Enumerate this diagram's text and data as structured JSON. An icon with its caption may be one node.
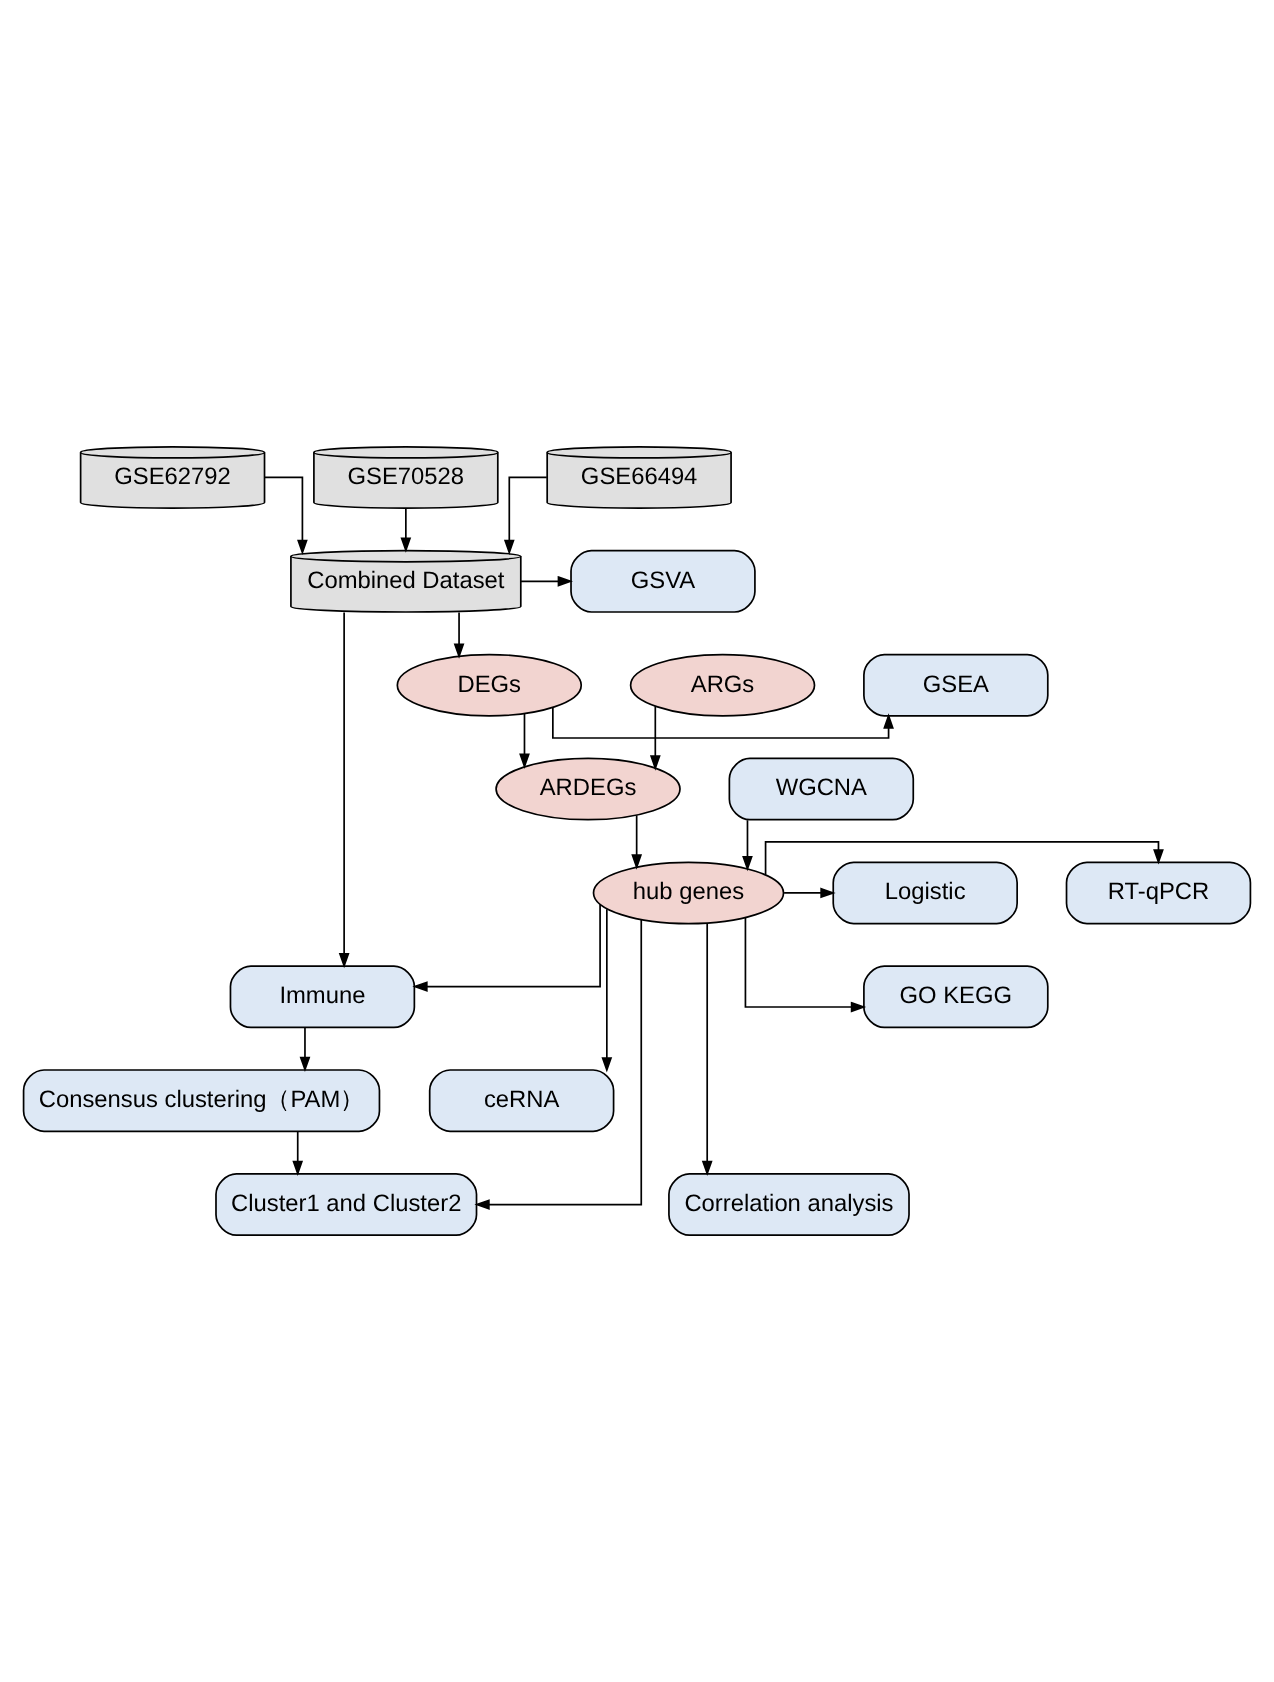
{
  "diagram": {
    "nodes": [
      {
        "text": [
          "GSE62792"
        ]
      },
      {
        "text": [
          "GSE70528"
        ]
      },
      {
        "text": [
          "GSE66494"
        ]
      },
      {
        "text": [
          "Combined Dataset"
        ]
      },
      {
        "text": [
          "GSVA"
        ]
      },
      {
        "text": [
          "ARGs"
        ]
      },
      {
        "text": [
          "DEGs"
        ]
      },
      {
        "text": [
          "GSEA"
        ]
      },
      {
        "text": [
          "WGCNA"
        ]
      },
      {
        "text": [
          "ARDEGs"
        ]
      },
      {
        "text": [
          "RT-qPCR"
        ]
      },
      {
        "text": [
          "hub genes"
        ]
      },
      {
        "text": [
          "Logistic"
        ]
      },
      {
        "text": [
          "Immune"
        ]
      },
      {
        "text": [
          "GO KEGG"
        ]
      },
      {
        "text": [
          "Consensus clustering（PAM）"
        ]
      },
      {
        "text": [
          "ceRNA"
        ]
      },
      {
        "text": [
          "Cluster1 and Cluster2"
        ]
      },
      {
        "text": [
          "Correlation analysis"
        ]
      }
    ],
    "edges": [
      {
        "from": 0,
        "to": 3,
        "arrow": "to"
      },
      {
        "from": 1,
        "to": 3,
        "arrow": "to"
      },
      {
        "from": 2,
        "to": 3,
        "arrow": "to"
      },
      {
        "from": 3,
        "to": 4,
        "arrow": "to"
      },
      {
        "from": 3,
        "to": 6,
        "arrow": "to"
      },
      {
        "from": 3,
        "to": 13,
        "arrow": "to"
      },
      {
        "from": 6,
        "to": 7,
        "arrow": "to"
      },
      {
        "from": 5,
        "to": 9,
        "arrow": "to"
      },
      {
        "from": 6,
        "to": 9,
        "arrow": "to"
      },
      {
        "from": 8,
        "to": 11,
        "arrow": "to"
      },
      {
        "from": 9,
        "to": 11,
        "arrow": "to"
      },
      {
        "from": 11,
        "to": 10,
        "arrow": "to"
      },
      {
        "from": 11,
        "to": 12,
        "arrow": "to"
      },
      {
        "from": 11,
        "to": 14,
        "arrow": "to"
      },
      {
        "from": 11,
        "to": 16,
        "arrow": "to"
      },
      {
        "from": 11,
        "to": 18,
        "arrow": "to"
      },
      {
        "from": 11,
        "to": 13,
        "arrow": "to"
      },
      {
        "from": 11,
        "to": 17,
        "arrow": "to"
      },
      {
        "from": 13,
        "to": 15,
        "arrow": "to"
      },
      {
        "from": 15,
        "to": 17,
        "arrow": "to"
      }
    ]
  }
}
